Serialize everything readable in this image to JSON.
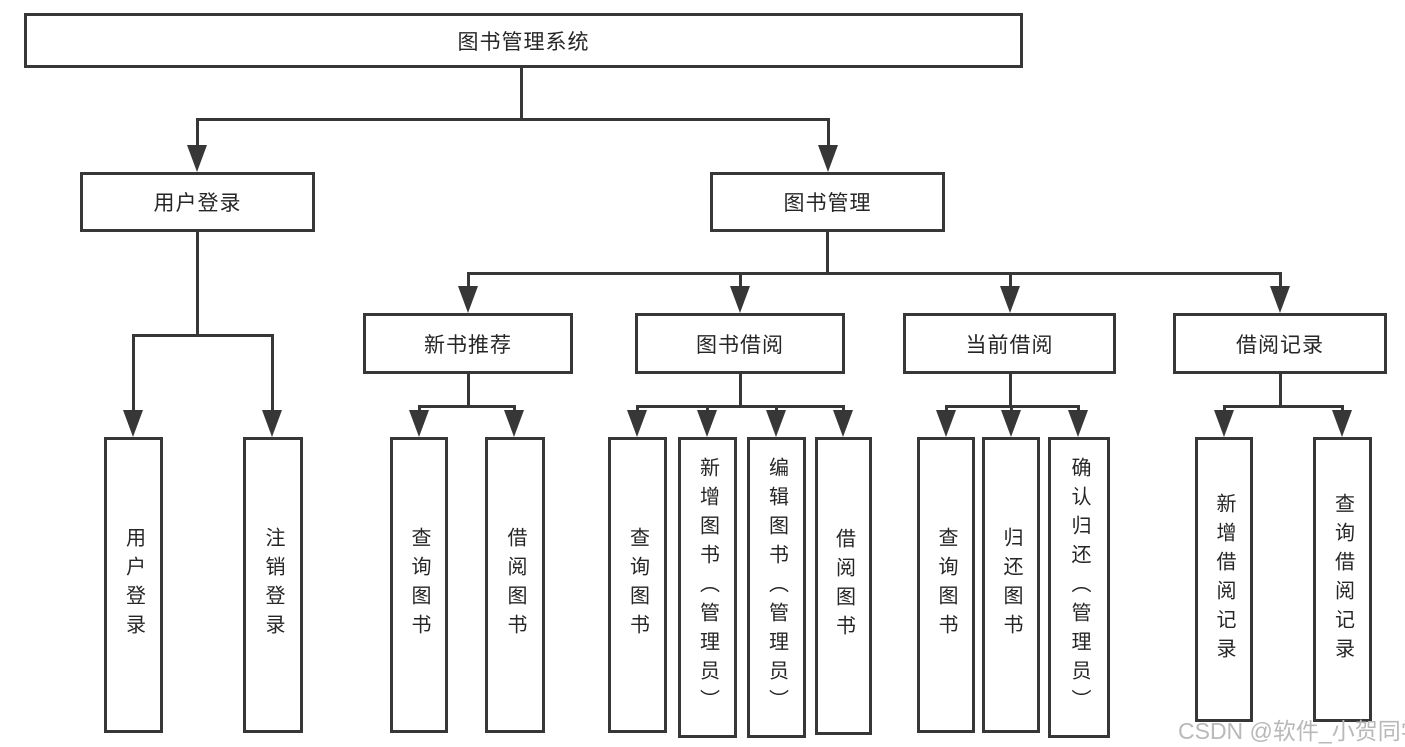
{
  "page": {
    "colors": {
      "line": "#373737",
      "text": "#262626",
      "watermark": "#b9b9b9",
      "bg": "#ffffff"
    }
  },
  "nodes": {
    "root": "图书管理系统",
    "user_login": "用户登录",
    "book_mgmt": "图书管理",
    "new_book_rec": "新书推荐",
    "book_borrow": "图书借阅",
    "current_borrow": "当前借阅",
    "borrow_record": "借阅记录",
    "leaf_user_login": "用户登录",
    "leaf_logout": "注销登录",
    "leaf_query_book_1": "查询图书",
    "leaf_borrow_book_1": "借阅图书",
    "leaf_query_book_2": "查询图书",
    "leaf_add_book": "新增图书（管理员）",
    "leaf_edit_book": "编辑图书（管理员）",
    "leaf_borrow_book_2": "借阅图书",
    "leaf_query_book_3": "查询图书",
    "leaf_return_book": "归还图书",
    "leaf_confirm_return": "确认归还（管理员）",
    "leaf_add_record": "新增借阅记录",
    "leaf_query_record": "查询借阅记录"
  },
  "hierarchy": {
    "图书管理系统": [
      "用户登录",
      "图书管理"
    ],
    "用户登录": [
      "用户登录",
      "注销登录"
    ],
    "图书管理": [
      "新书推荐",
      "图书借阅",
      "当前借阅",
      "借阅记录"
    ],
    "新书推荐": [
      "查询图书",
      "借阅图书"
    ],
    "图书借阅": [
      "查询图书",
      "新增图书（管理员）",
      "编辑图书（管理员）",
      "借阅图书"
    ],
    "当前借阅": [
      "查询图书",
      "归还图书",
      "确认归还（管理员）"
    ],
    "借阅记录": [
      "新增借阅记录",
      "查询借阅记录"
    ]
  },
  "watermark": "CSDN @软件_小贺同学"
}
